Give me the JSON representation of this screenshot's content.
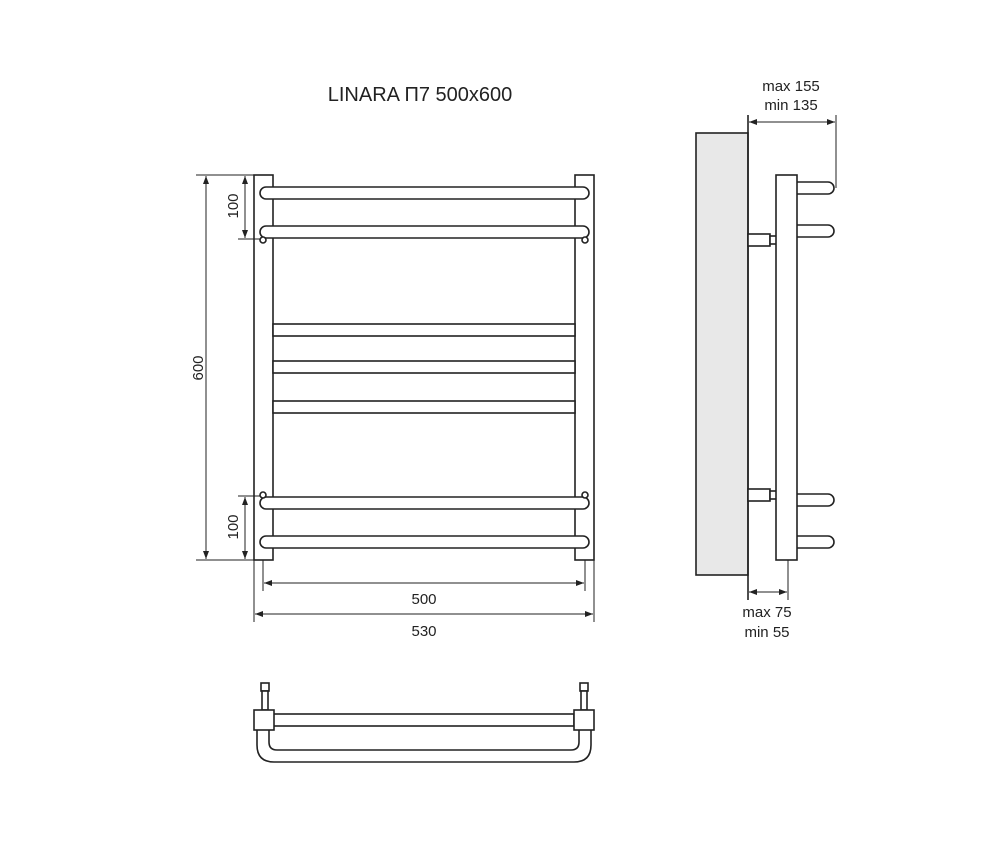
{
  "title": "LINARA П7 500x600",
  "front_view": {
    "height_label": "600",
    "top_spacing_label": "100",
    "bottom_spacing_label": "100",
    "inner_width_label": "500",
    "outer_width_label": "530"
  },
  "side_view": {
    "depth_max_label": "max 155",
    "depth_min_label": "min 135",
    "offset_max_label": "max 75",
    "offset_min_label": "min 55",
    "wall_color": "#e8e8e8"
  }
}
